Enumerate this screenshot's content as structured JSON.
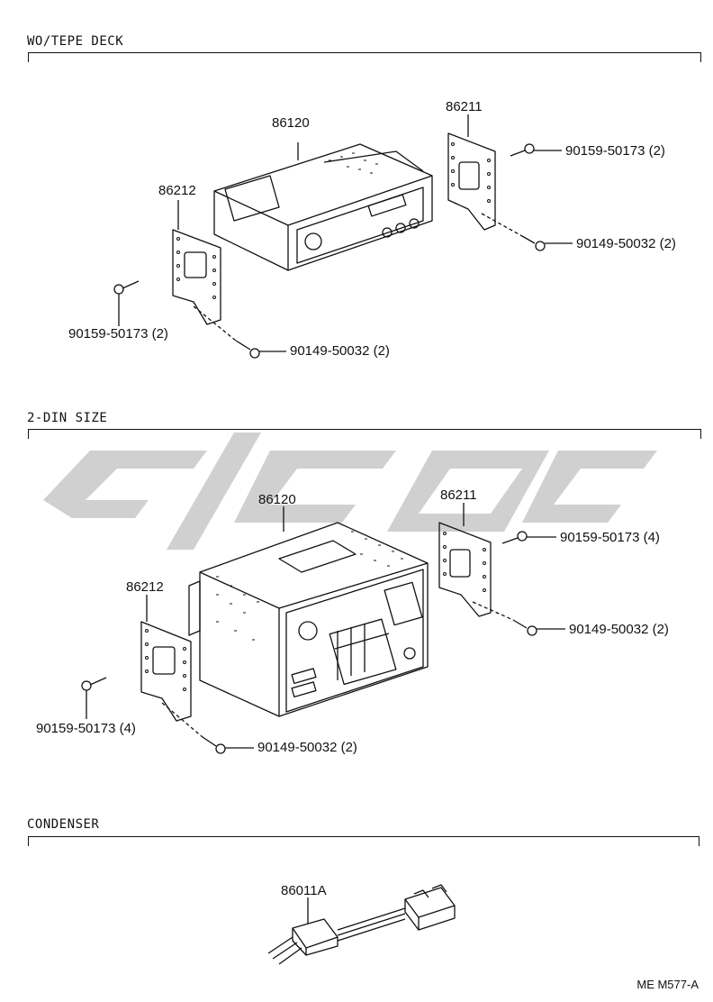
{
  "sections": [
    {
      "title": "WO/TEPE DECK"
    },
    {
      "title": "2-DIN SIZE"
    },
    {
      "title": "CONDENSER"
    }
  ],
  "labels": {
    "s1_radio": "86120",
    "s1_bracket_right": "86211",
    "s1_bracket_left": "86212",
    "s1_bolt_tr": "90159-50173 (2)",
    "s1_screw_r": "90149-50032 (2)",
    "s1_bolt_l": "90159-50173 (2)",
    "s1_screw_l": "90149-50032 (2)",
    "s2_radio": "86120",
    "s2_bracket_right": "86211",
    "s2_bracket_left": "86212",
    "s2_bolt_tr": "90159-50173 (4)",
    "s2_screw_r": "90149-50032 (2)",
    "s2_bolt_l": "90159-50173 (4)",
    "s2_screw_l": "90149-50032 (2)",
    "s3_condenser": "86011A"
  },
  "footer": "ME M577-A",
  "colors": {
    "line": "#111111",
    "watermark": "#c8c8c8"
  }
}
